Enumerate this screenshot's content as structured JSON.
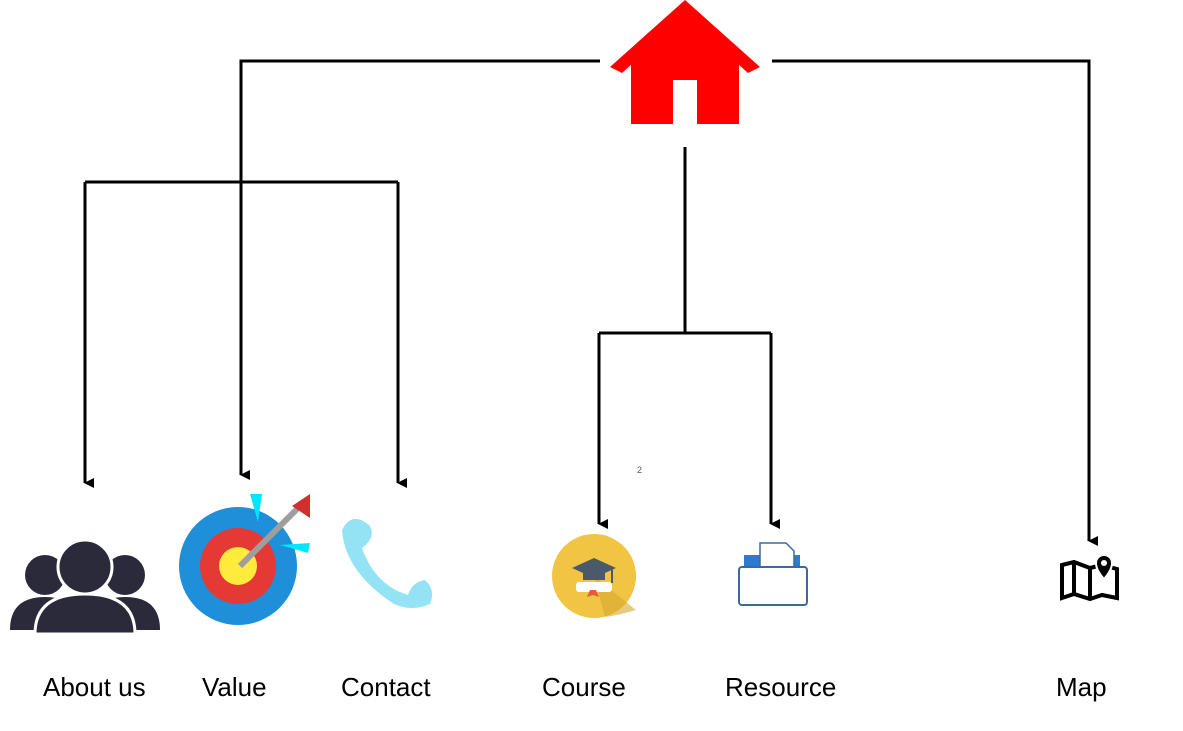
{
  "root": {
    "icon": "home-icon",
    "color": "#ff0000"
  },
  "nodes": [
    {
      "key": "about",
      "label": "About us",
      "icon": "users-icon"
    },
    {
      "key": "value",
      "label": "Value",
      "icon": "target-icon"
    },
    {
      "key": "contact",
      "label": "Contact",
      "icon": "phone-icon"
    },
    {
      "key": "course",
      "label": "Course",
      "icon": "graduation-cap-icon"
    },
    {
      "key": "resource",
      "label": "Resource",
      "icon": "folder-document-icon"
    },
    {
      "key": "map",
      "label": "Map",
      "icon": "map-pin-icon"
    }
  ],
  "page_number": "2",
  "colors": {
    "connector": "#000000",
    "users": "#2a2a3a",
    "target_outer": "#1e8fd8",
    "target_middle": "#e53935",
    "target_center": "#ffeb3b",
    "phone": "#94e3f5",
    "course_badge": "#f2c443",
    "resource": "#3a6aa0"
  }
}
